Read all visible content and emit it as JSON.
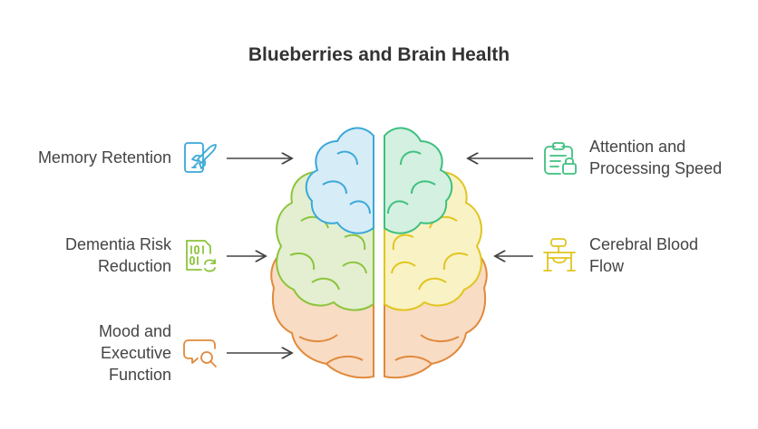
{
  "title": "Blueberries and Brain Health",
  "colors": {
    "blue": "#3aa8d8",
    "green": "#3ec07f",
    "yellowGreen": "#8cc43c",
    "yellow": "#e0c520",
    "orange": "#e08a3c"
  },
  "left_items": [
    {
      "id": "memory",
      "lines": [
        "Memory Retention"
      ],
      "icon": "phone-rocket-icon",
      "color": "#3aa8d8"
    },
    {
      "id": "dementia",
      "lines": [
        "Dementia Risk",
        "Reduction"
      ],
      "icon": "binary-data-icon",
      "color": "#8cc43c"
    },
    {
      "id": "mood",
      "lines": [
        "Mood and",
        "Executive",
        "Function"
      ],
      "icon": "chat-search-icon",
      "color": "#e08a3c"
    }
  ],
  "right_items": [
    {
      "id": "attention",
      "lines": [
        "Attention and",
        "Processing Speed"
      ],
      "icon": "clipboard-lock-icon",
      "color": "#3ec07f"
    },
    {
      "id": "blood",
      "lines": [
        "Cerebral Blood",
        "Flow"
      ],
      "icon": "desk-lamp-icon",
      "color": "#e0c520"
    }
  ]
}
